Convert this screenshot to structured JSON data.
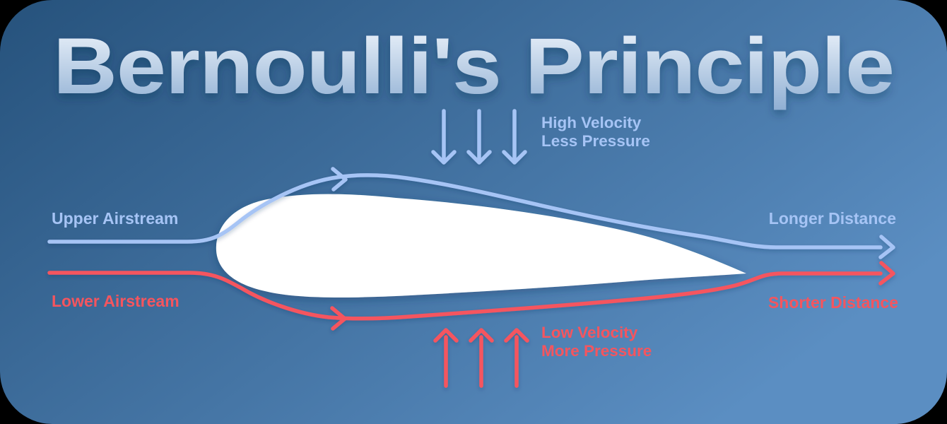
{
  "title": {
    "text": "Bernoulli's Principle"
  },
  "upper_flow": {
    "stream_label": "Upper Airstream",
    "pressure_line1": "High Velocity",
    "pressure_line2": "Less Pressure",
    "distance_label": "Longer Distance"
  },
  "lower_flow": {
    "stream_label": "Lower Airstream",
    "pressure_line1": "Low Velocity",
    "pressure_line2": "More Pressure",
    "distance_label": "Shorter Distance"
  },
  "colors": {
    "background_top_left": "#26527c",
    "background_bottom_right": "#5b8ec2",
    "title_gradient_top": "#eff5fc",
    "title_gradient_bottom": "#8fafd3",
    "airstream_blue": "#a6c4f5",
    "airstream_red": "#f5555e",
    "airfoil_white": "#ffffff"
  }
}
